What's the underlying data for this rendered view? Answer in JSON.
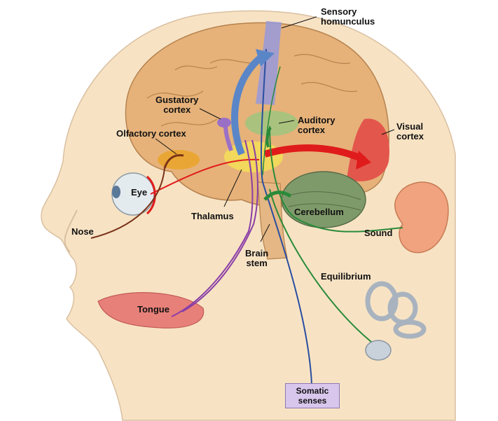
{
  "labels": {
    "sensory_homunculus": "Sensory\nhomunculus",
    "gustatory_cortex": "Gustatory\ncortex",
    "olfactory_cortex": "Olfactory cortex",
    "auditory_cortex": "Auditory\ncortex",
    "visual_cortex": "Visual\ncortex",
    "eye": "Eye",
    "thalamus": "Thalamus",
    "cerebellum": "Cerebellum",
    "nose": "Nose",
    "sound": "Sound",
    "brain_stem": "Brain\nstem",
    "equilibrium": "Equilibrium",
    "tongue": "Tongue",
    "somatic_senses": "Somatic\nsenses"
  },
  "colors": {
    "skin": "#f7e3c4",
    "brain": "#e6b27a",
    "somatosensory": "#9a9ad6",
    "auditory": "#a9c27d",
    "visual": "#e3564c",
    "olfactory": "#e9a634",
    "thalamus": "#f2da5b",
    "cerebellum": "#7f9a6a",
    "tongue": "#e8807a",
    "somatic_box": "#d8c6ec",
    "pathway_red": "#e01b1b",
    "pathway_blue": "#2a4ea0",
    "pathway_purple": "#8a3ea6",
    "pathway_green": "#2a8a3a",
    "pathway_brown": "#7a3318"
  }
}
